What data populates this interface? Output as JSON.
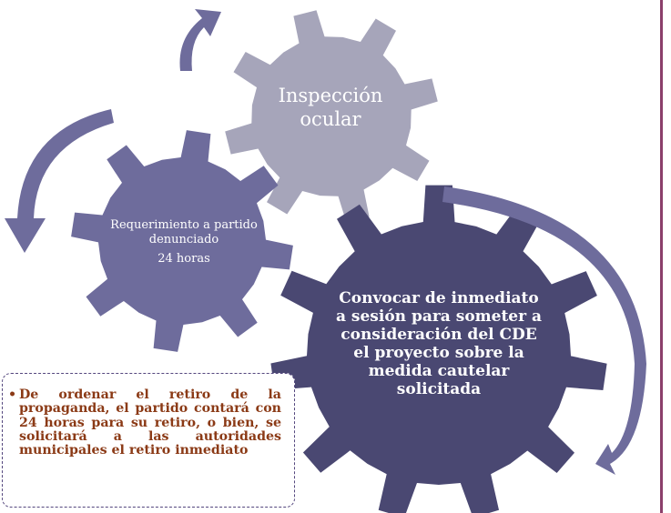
{
  "colors": {
    "gear_light": "#a6a5ba",
    "gear_medium": "#6e6c9c",
    "gear_dark": "#4a4872",
    "arrow": "#6e6c9c",
    "note_border": "#54477e",
    "note_text": "#8b3a16",
    "side_border": "#8b3f6b"
  },
  "gears": {
    "inspection": {
      "text": "Inspección ocular"
    },
    "requirement": {
      "text": "Requerimiento a partido denunciado",
      "hours": "24 horas"
    },
    "convene": {
      "text": "Convocar de inmediato a sesión para someter a consideración del CDE el proyecto sobre la medida cautelar solicitada"
    }
  },
  "note": {
    "bullet": "•",
    "text": "De ordenar el retiro de la propaganda, el partido contará con 24 horas para su retiro, o bien, se solicitará a las autoridades municipales el retiro inmediato"
  }
}
